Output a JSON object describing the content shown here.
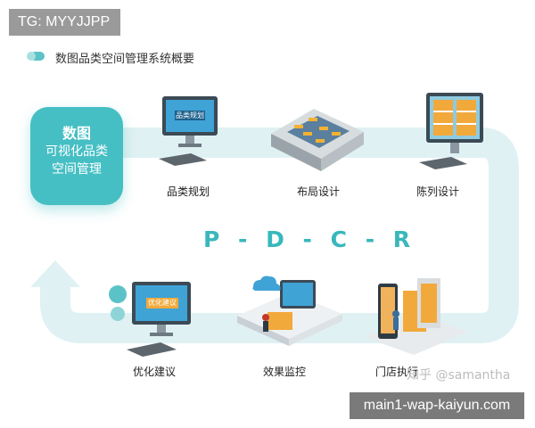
{
  "badge_top": "TG: MYYJJPP",
  "legend": {
    "title": "数图品类空间管理系统概要"
  },
  "hub": {
    "title": "数图",
    "line1": "可视化品类",
    "line2": "空间管理"
  },
  "cycle_label": "P - D - C - R",
  "steps": [
    {
      "label": "品类规划",
      "screen_text": "品类规划"
    },
    {
      "label": "布局设计"
    },
    {
      "label": "陈列设计"
    },
    {
      "label": "门店执行"
    },
    {
      "label": "效果监控"
    },
    {
      "label": "优化建议",
      "screen_text": "优化建议"
    }
  ],
  "watermark_credit": "知乎 @samantha",
  "badge_bottom": "main1-wap-kaiyun.com",
  "colors": {
    "accent": "#46bfc4",
    "loop": "#dff1f3",
    "text": "#222222"
  }
}
